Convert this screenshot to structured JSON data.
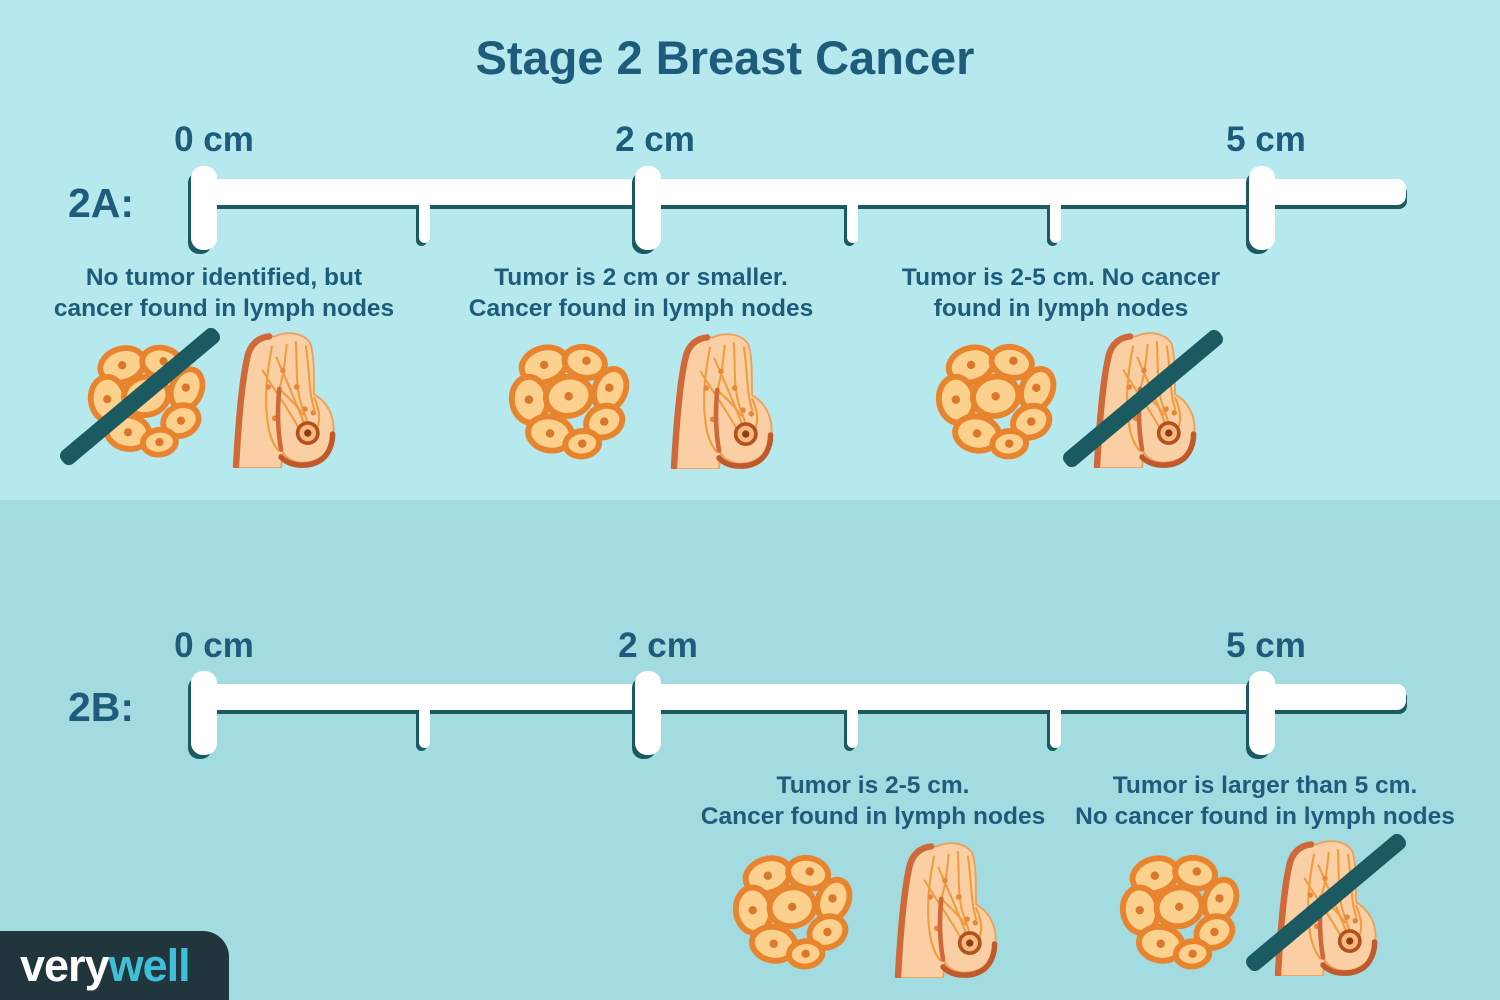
{
  "title": "Stage 2 Breast Cancer",
  "brand": {
    "very": "very",
    "well": "well"
  },
  "colors": {
    "background_top": "#b6e9ee",
    "background_bottom": "#a2dce1",
    "text": "#1f5c7b",
    "ruler": "#ffffff",
    "ruler_shadow": "#1b5a61",
    "slash": "#1b5a61",
    "lymph_node_fill": "#fcd18d",
    "lymph_node_outline": "#e8842d",
    "breast_fill": "#f9cfa3",
    "breast_outline": "#d0693a",
    "vessel": "#f09b3e",
    "logo_background": "#20363c",
    "logo_well_accent": "#3fc0d8"
  },
  "icons": {
    "tumor_cluster": "tumor-cluster-icon",
    "breast_lymph_nodes": "breast-lymph-nodes-icon",
    "slash": "no-slash-icon"
  },
  "rulers": [
    {
      "label": "2A:",
      "ticks": [
        "0 cm",
        "2 cm",
        "5 cm"
      ],
      "descriptions": [
        {
          "line1": "No tumor identified, but",
          "line2": "cancer found in lymph nodes",
          "slashed": "tumor-cluster"
        },
        {
          "line1": "Tumor is 2 cm or smaller.",
          "line2": "Cancer found in lymph nodes",
          "slashed": "none"
        },
        {
          "line1": "Tumor is 2-5 cm. No cancer",
          "line2": "found in lymph nodes",
          "slashed": "breast"
        }
      ]
    },
    {
      "label": "2B:",
      "ticks": [
        "0 cm",
        "2 cm",
        "5 cm"
      ],
      "descriptions": [
        {
          "line1": "Tumor is 2-5 cm.",
          "line2": "Cancer found in lymph nodes",
          "slashed": "none"
        },
        {
          "line1": "Tumor is larger than 5 cm.",
          "line2": "No cancer found in lymph nodes",
          "slashed": "breast"
        }
      ]
    }
  ]
}
